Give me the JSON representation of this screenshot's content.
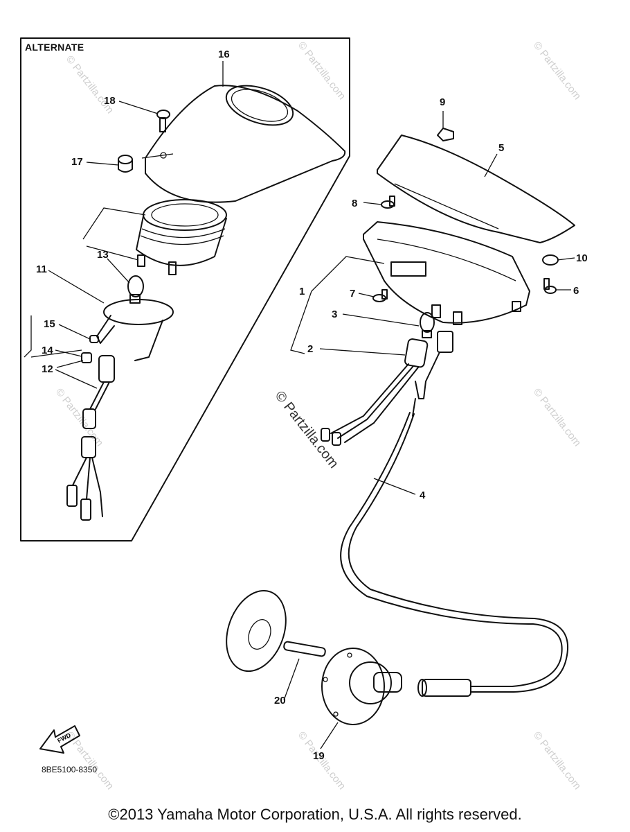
{
  "alternate_label": "ALTERNATE",
  "diagram_code": "8BE5100-8350",
  "copyright": "©2013 Yamaha Motor Corporation, U.S.A. All rights reserved.",
  "watermark": "© Partzilla.com",
  "fwd_label": "FWD",
  "callouts": {
    "c1": "1",
    "c2": "2",
    "c3": "3",
    "c4": "4",
    "c5": "5",
    "c6": "6",
    "c7": "7",
    "c8": "8",
    "c9": "9",
    "c10": "10",
    "c11": "11",
    "c12": "12",
    "c13": "13",
    "c14": "14",
    "c15": "15",
    "c16": "16",
    "c17": "17",
    "c18": "18",
    "c19": "19",
    "c20": "20"
  }
}
